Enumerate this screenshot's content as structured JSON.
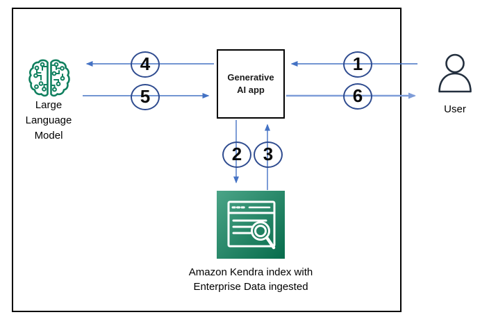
{
  "nodes": {
    "llm": {
      "label_lines": [
        "Large",
        "Language",
        "Model"
      ],
      "icon": "brain-circuit-icon"
    },
    "app": {
      "label_lines": [
        "Generative",
        "AI app"
      ]
    },
    "user": {
      "label": "User",
      "icon": "person-icon"
    },
    "kendra": {
      "label_lines": [
        "Amazon Kendra index with",
        "Enterprise Data ingested"
      ],
      "icon": "kendra-search-document-icon"
    }
  },
  "steps": [
    {
      "number": "1",
      "from": "user",
      "to": "app"
    },
    {
      "number": "2",
      "from": "app",
      "to": "kendra"
    },
    {
      "number": "3",
      "from": "kendra",
      "to": "app"
    },
    {
      "number": "4",
      "from": "app",
      "to": "llm"
    },
    {
      "number": "5",
      "from": "llm",
      "to": "app"
    },
    {
      "number": "6",
      "from": "app",
      "to": "user"
    }
  ],
  "colors": {
    "arrow_blue": "#4472C4",
    "arrow_light_blue": "#7E9CD8",
    "step_circle_stroke": "#2E4B8F",
    "brain_green": "#10805F",
    "kendra_gradient_start": "#4BA487",
    "kendra_gradient_end": "#076C4C",
    "user_icon_stroke": "#232F3E",
    "border": "#000000"
  }
}
